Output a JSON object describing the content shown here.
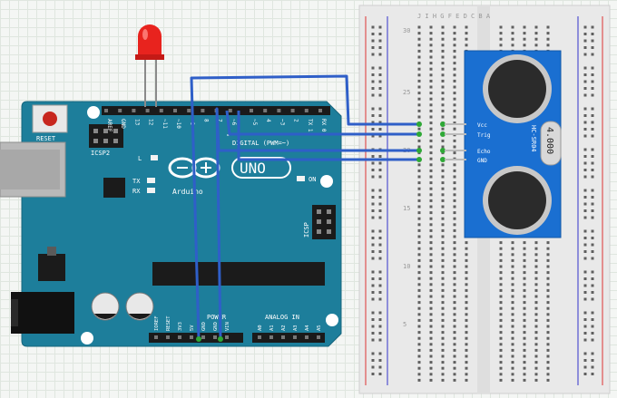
{
  "arduino": {
    "reset_label": "RESET",
    "icsp2_label": "ICSP2",
    "icsp_label": "ICSP",
    "led_l": "L",
    "tx": "TX",
    "rx": "RX",
    "on": "ON",
    "brand": "Arduino",
    "model": "UNO",
    "digital_label": "DIGITAL (PWM=~)",
    "power_label": "POWER",
    "analog_label": "ANALOG IN",
    "top_pins": [
      "AREF",
      "GND",
      "13",
      "12",
      "~11",
      "~10",
      "~9",
      "8",
      "7",
      "~6",
      "~5",
      "4",
      "~3",
      "2",
      "TX 1",
      "RX 0"
    ],
    "power_pins": [
      "IOREF",
      "RESET",
      "3V3",
      "5V",
      "GND",
      "GND",
      "VIN"
    ],
    "analog_pins": [
      "A0",
      "A1",
      "A2",
      "A3",
      "A4",
      "A5"
    ]
  },
  "sensor": {
    "model": "HC-SR04",
    "crystal": "4.000",
    "pins": [
      "Vcc",
      "Trig",
      "Echo",
      "GND"
    ]
  },
  "breadboard": {
    "letters_top": "J I H G F   E D C B A",
    "row_numbers": [
      "30",
      "25",
      "20",
      "15",
      "10",
      "5"
    ]
  },
  "colors": {
    "board": "#1d7e9b",
    "wire": "#2f5fc8",
    "sensor": "#1a6fd1",
    "led": "#e8231e"
  }
}
